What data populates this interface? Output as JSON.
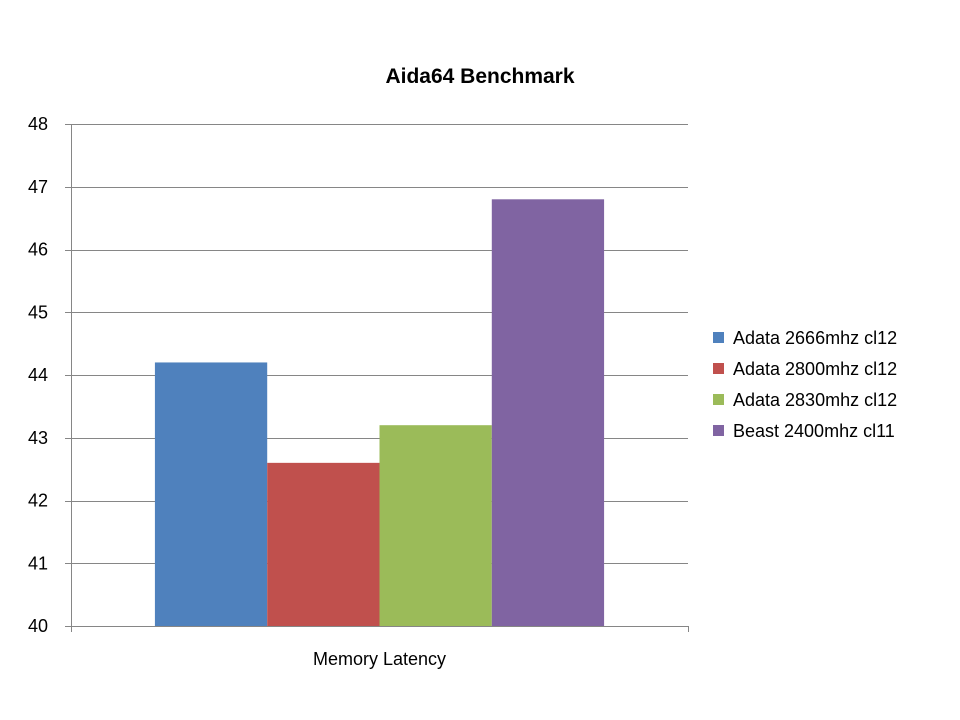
{
  "chart_data": {
    "type": "bar",
    "title": "Aida64 Benchmark",
    "xlabel": "",
    "ylabel": "",
    "categories": [
      "Memory Latency"
    ],
    "series": [
      {
        "name": "Adata 2666mhz cl12",
        "values": [
          44.2
        ],
        "color": "#4F81BD"
      },
      {
        "name": "Adata 2800mhz cl12",
        "values": [
          42.6
        ],
        "color": "#C0504D"
      },
      {
        "name": "Adata 2830mhz cl12",
        "values": [
          43.2
        ],
        "color": "#9BBB59"
      },
      {
        "name": "Beast 2400mhz cl11",
        "values": [
          46.8
        ],
        "color": "#8064A2"
      }
    ],
    "ylim": [
      40,
      48
    ],
    "yticks": [
      "40",
      "41",
      "42",
      "43",
      "44",
      "45",
      "46",
      "47",
      "48"
    ],
    "grid": true,
    "legend": "right"
  }
}
